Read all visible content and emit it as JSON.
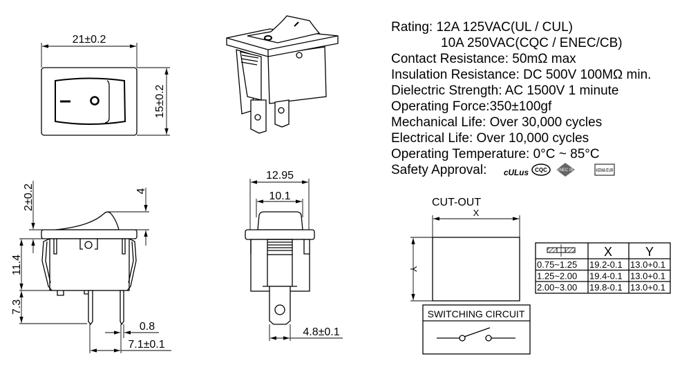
{
  "drawing": {
    "top_view": {
      "width_dim": "21±0.2",
      "height_dim": "15±0.2",
      "rocker_on_mark": "I",
      "rocker_off_mark": "O"
    },
    "side_view": {
      "dims": [
        "2±0.2",
        "4",
        "11.4",
        "7.3",
        "0.8",
        "7.1±0.1"
      ]
    },
    "front_view": {
      "dims": [
        "12.95",
        "10.1",
        "4.8±0.1"
      ]
    }
  },
  "specs": {
    "lines": [
      "Rating: 12A 125VAC(UL / CUL)",
      "10A  250VAC(CQC / ENEC/CB)",
      "Contact Resistance: 50mΩ max",
      "Insulation Resistance: DC 500V 100MΩ min.",
      "Dielectric Strength: AC 1500V 1 minute",
      "Operating Force:350±100gf",
      "Mechanical Life: Over 30,000 cycles",
      "Electrical Life: Over 10,000 cycles",
      "Operating Temperature: 0°C ~ 85°C",
      "Safety Approval:"
    ],
    "approval_logos": [
      "cULus",
      "CQC",
      "ENEC 05",
      "KEMA EUR"
    ]
  },
  "cutout": {
    "title": "CUT-OUT",
    "x_label": "X",
    "y_label": "Y",
    "table": {
      "headers": [
        "X",
        "Y"
      ],
      "rows": [
        [
          "0.75~1.25",
          "19.2-0.1",
          "13.0+0.1"
        ],
        [
          "1.25~2.00",
          "19.4-0.1",
          "13.0+0.1"
        ],
        [
          "2.00~3.00",
          "19.8-0.1",
          "13.0+0.1"
        ]
      ]
    }
  },
  "switching_circuit": {
    "title": "SWITCHING CIRCUIT"
  }
}
